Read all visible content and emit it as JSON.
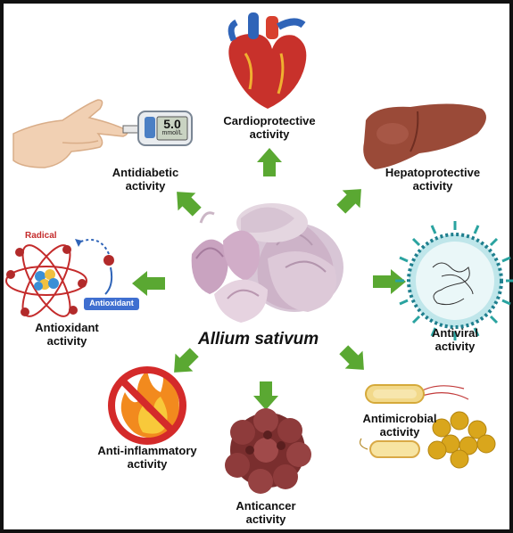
{
  "center": {
    "title": "Allium sativum"
  },
  "activities": {
    "cardio": {
      "line1": "Cardioprotective",
      "line2": "activity"
    },
    "antidiabetic": {
      "line1": "Antidiabetic",
      "line2": "activity"
    },
    "hepato": {
      "line1": "Hepatoprotective",
      "line2": "activity"
    },
    "antioxidant": {
      "line1": "Antioxidant",
      "line2": "activity"
    },
    "antiviral": {
      "line1": "Antiviral",
      "line2": "activity"
    },
    "antiinflammatory": {
      "line1": "Anti-inflammatory",
      "line2": "activity"
    },
    "anticancer": {
      "line1": "Anticancer",
      "line2": "activity"
    },
    "antimicrobial": {
      "line1": "Antimicrobial",
      "line2": "activity"
    }
  },
  "glucometer": {
    "reading": "5.0",
    "unit": "mmol/L"
  },
  "antioxidant_icon": {
    "radical": "Radical",
    "antioxidant": "Antioxidant"
  },
  "colors": {
    "arrow": "#5aa832",
    "garlic": "#d9c2d2",
    "heart": "#c8312b",
    "liver": "#9a4a38",
    "virus": "#2aa3a0",
    "cancer": "#7a2e2e",
    "bacteria": "#e8c64a",
    "prohibit": "#d42a2a"
  }
}
